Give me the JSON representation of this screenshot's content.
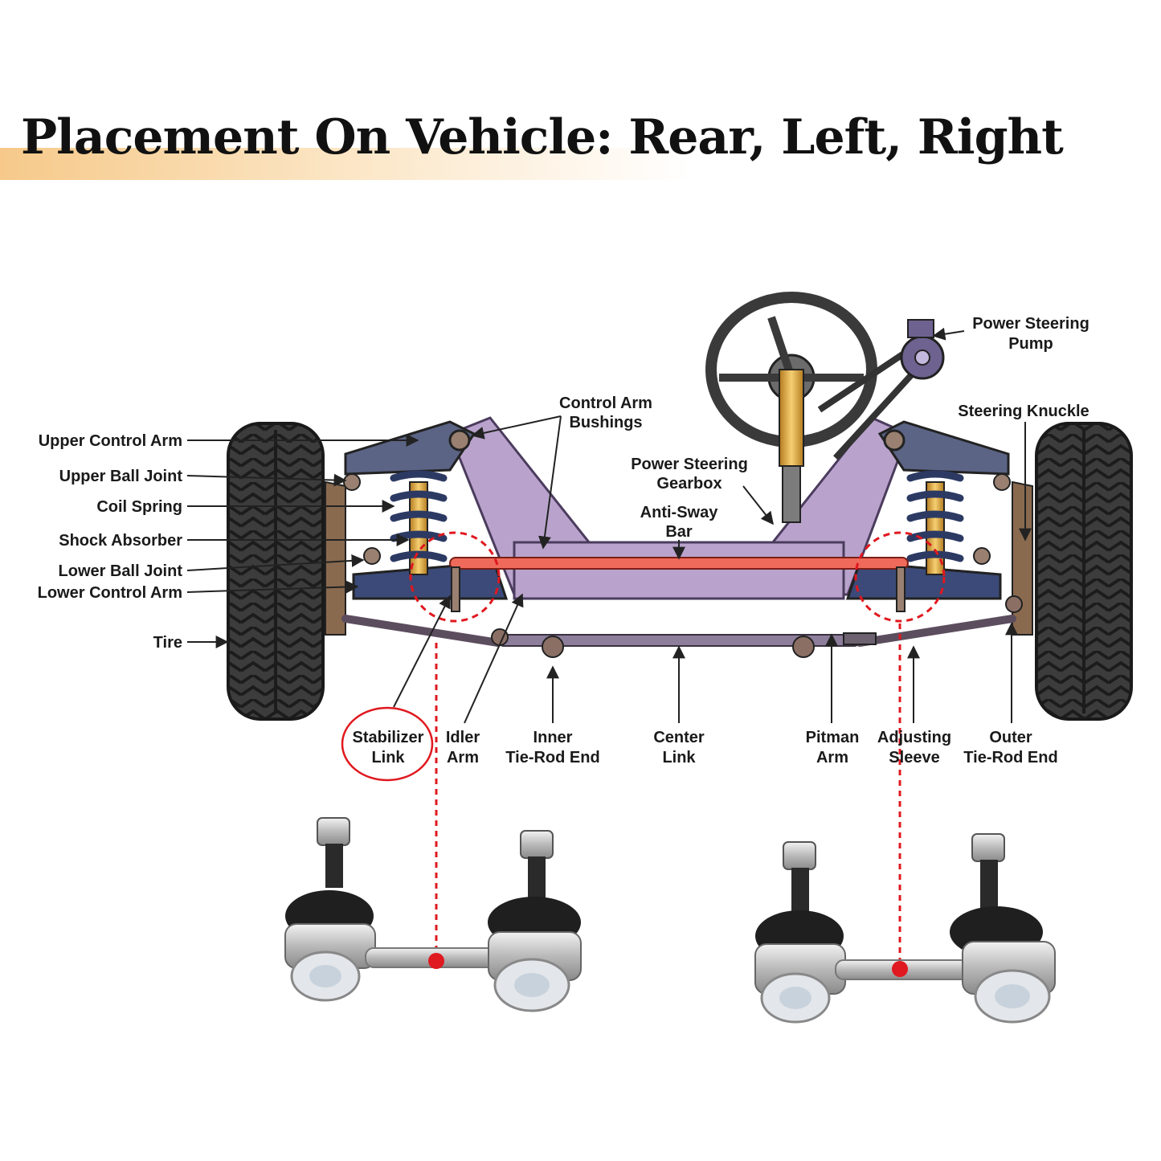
{
  "title": "Placement On Vehicle: Rear, Left, Right",
  "labels": {
    "upper_control_arm": "Upper Control Arm",
    "upper_ball_joint": "Upper Ball Joint",
    "coil_spring": "Coil Spring",
    "shock_absorber": "Shock Absorber",
    "lower_ball_joint": "Lower Ball Joint",
    "lower_control_arm": "Lower Control Arm",
    "tire": "Tire",
    "control_arm_bushings": [
      "Control Arm",
      "Bushings"
    ],
    "power_steering_gearbox": [
      "Power Steering",
      "Gearbox"
    ],
    "anti_sway_bar": [
      "Anti-Sway",
      "Bar"
    ],
    "power_steering_pump": [
      "Power Steering",
      "Pump"
    ],
    "steering_knuckle": "Steering Knuckle",
    "stabilizer_link": [
      "Stabilizer",
      "Link"
    ],
    "idler_arm": [
      "Idler",
      "Arm"
    ],
    "inner_tie_rod_end": [
      "Inner",
      "Tie-Rod End"
    ],
    "center_link": [
      "Center",
      "Link"
    ],
    "pitman_arm": [
      "Pitman",
      "Arm"
    ],
    "adjusting_sleeve": [
      "Adjusting",
      "Sleeve"
    ],
    "outer_tie_rod_end": [
      "Outer",
      "Tie-Rod End"
    ]
  },
  "colors": {
    "highlight": "#e0181f",
    "frame": "#b9a3cc",
    "arm": "#5b6485",
    "spring": "#3b4a78",
    "shock": "#e8b24a",
    "tire": "#3a3a3a"
  }
}
